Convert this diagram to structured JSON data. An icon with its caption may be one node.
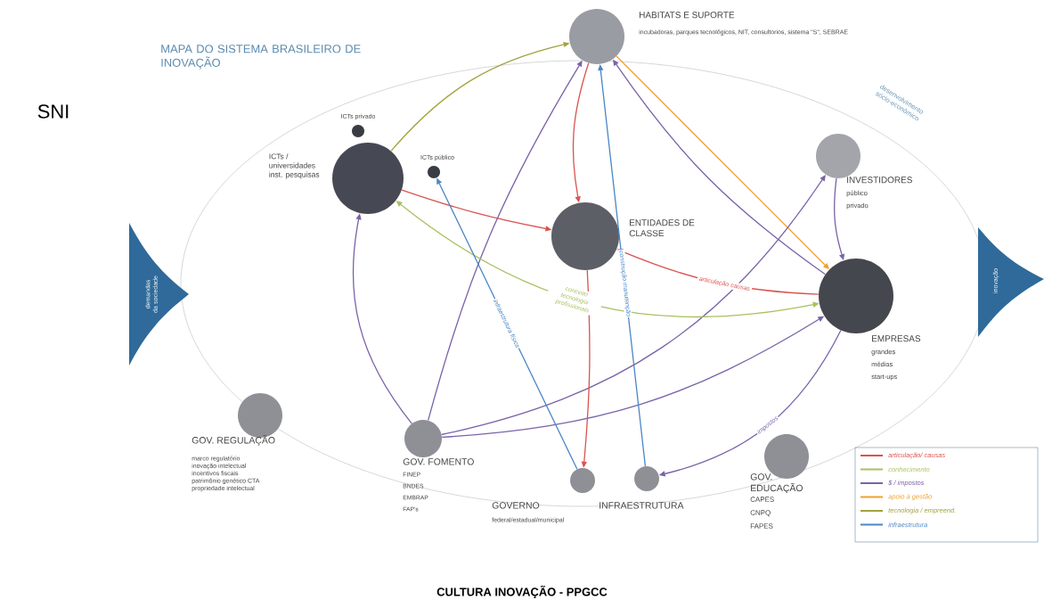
{
  "diagram": {
    "title": "MAPA DO SISTEMA BRASILEIRO DE INOVAÇÃO",
    "caption": "CULTURA INOVAÇÃO - PPGCC",
    "nodes": [
      {
        "text": [
          "HABITATS E SUPORTE",
          "incubadoras, parques tecnológicos, NIT, consultorios, sistema \"S\", SEBRAE"
        ]
      },
      {
        "text": [
          "ICTs privado"
        ]
      },
      {
        "text": [
          "ICTs / universidades inst. pesquisas"
        ]
      },
      {
        "text": [
          "ICTs público"
        ]
      },
      {
        "text": [
          "INVESTIDORES",
          "público",
          "privado"
        ]
      },
      {
        "text": [
          "ENTIDADES DE CLASSE"
        ]
      },
      {
        "text": [
          "EMPRESAS",
          "grandes",
          "médias",
          "start-ups"
        ]
      },
      {
        "text": [
          "GOV. REGULAÇÃO",
          "marco regulatório inovação intelectual incentivos fiscais patrimônio genético CTA propriedade intelectual"
        ]
      },
      {
        "text": [
          "GOV. FOMENTO",
          "FINEP",
          "BNDES",
          "EMBRAP",
          "FAP's"
        ]
      },
      {
        "text": [
          "GOVERNO",
          "federal/estadual/municipal"
        ]
      },
      {
        "text": [
          "INFRAESTRUTURA"
        ]
      },
      {
        "text": [
          "GOV. EDUCAÇÃO",
          "CAPES",
          "CNPQ",
          "FAPES"
        ]
      },
      {
        "text": [
          "demandas da sociedade"
        ]
      },
      {
        "text": [
          "inovação"
        ]
      }
    ],
    "edges": [
      {
        "from": 2,
        "to": 0,
        "arrow": "to",
        "color": "#a3a13e"
      },
      {
        "from": 2,
        "to": 5,
        "arrow": "to",
        "color": "#d9534f"
      },
      {
        "from": 0,
        "to": 5,
        "arrow": "to",
        "color": "#d9534f"
      },
      {
        "from": 0,
        "to": 6,
        "arrow": "to",
        "color": "#f0a030"
      },
      {
        "from": 6,
        "to": 0,
        "arrow": "to"
      },
      {
        "from": 8,
        "to": 2,
        "arrow": "to"
      },
      {
        "from": 8,
        "to": 0,
        "arrow": "to"
      },
      {
        "from": 8,
        "to": 4,
        "arrow": "to"
      },
      {
        "from": 8,
        "to": 6,
        "arrow": "to"
      },
      {
        "from": 4,
        "to": 6,
        "arrow": "to"
      },
      {
        "from": 6,
        "to": 10,
        "arrow": "to",
        "label": "impostos"
      },
      {
        "from": 6,
        "to": 5,
        "arrow": "to",
        "label": "articulação causas",
        "color": "#d9534f"
      },
      {
        "from": 2,
        "to": 6,
        "arrow": "both",
        "label": "conceito tecnologia profissionais",
        "color": "#a8c060"
      },
      {
        "from": 5,
        "to": 9,
        "arrow": "to",
        "color": "#d9534f"
      },
      {
        "from": 9,
        "to": 3,
        "arrow": "to",
        "label": "infraestrutura física",
        "color": "#4a86c5"
      },
      {
        "from": 10,
        "to": 0,
        "arrow": "to",
        "label": "construção manutenção",
        "color": "#4a86c5"
      }
    ],
    "labels": [
      "SNI",
      "desenvolvimento sócio-econômico"
    ],
    "legend": [
      {
        "text": "articulação/ causas",
        "color": "#d9534f"
      },
      {
        "text": "conhecimento",
        "color": "#a8c060"
      },
      {
        "text": "$ / impostos",
        "color": "#7a62a8"
      },
      {
        "text": "apoio à gestão",
        "color": "#f0a030"
      },
      {
        "text": "tecnologia / empreend.",
        "color": "#a3a13e"
      },
      {
        "text": "infraestrutura",
        "color": "#4a86c5"
      }
    ]
  }
}
